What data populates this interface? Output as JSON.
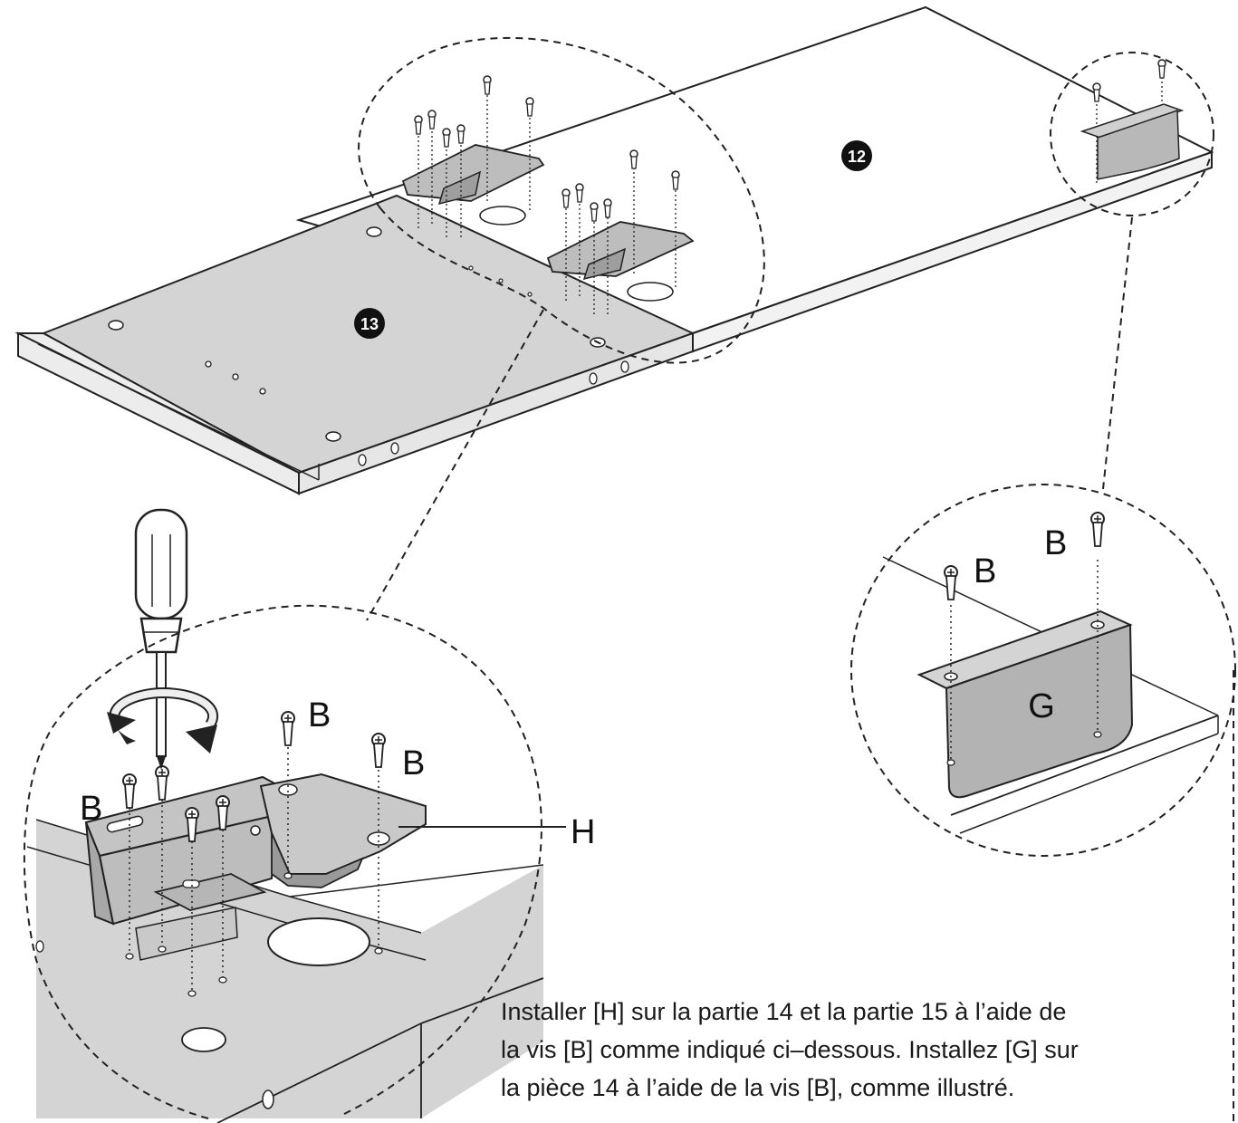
{
  "panel_labels": {
    "large_board": "12",
    "small_board": "13"
  },
  "hinge_detail": {
    "screw_label_1": "B",
    "screw_label_2": "B",
    "screw_label_3": "B",
    "hinge_label": "H"
  },
  "bracket_detail": {
    "screw_label_1": "B",
    "screw_label_2": "B",
    "bracket_label": "G"
  },
  "instructions": {
    "line1": "Installer [H] sur la partie 14 et la partie 15 à l’aide de",
    "line2": "la vis [B] comme indiqué ci–dessous. Installez [G] sur",
    "line3": "la pièce 14 à l’aide de la vis [B], comme illustré."
  }
}
